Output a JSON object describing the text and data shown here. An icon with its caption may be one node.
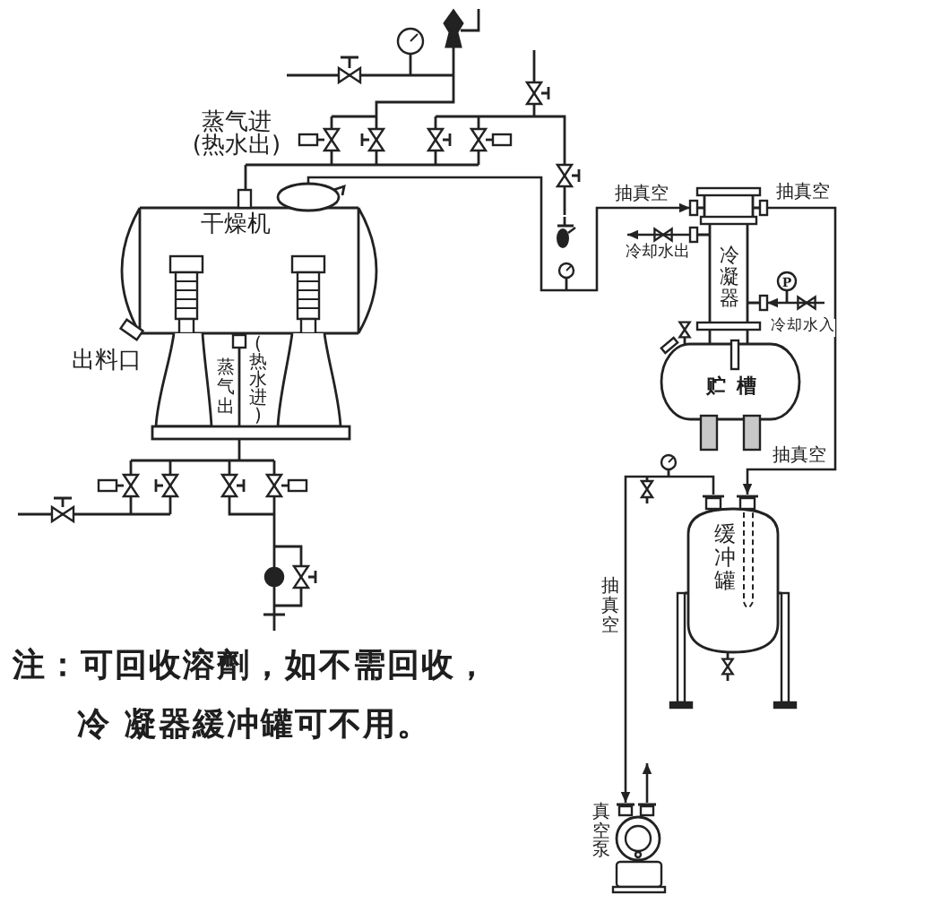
{
  "diagram": {
    "nodes": [
      {
        "text": [
          "干燥机",
          "蒸气出",
          "(热水进)"
        ],
        "beside": [
          "蒸气进 (热水出)",
          "出料口"
        ]
      },
      {
        "text": [
          "冷凝器"
        ]
      },
      {
        "text": [
          "贮槽"
        ]
      },
      {
        "text": [
          "缓冲罐"
        ]
      },
      {
        "text": [
          "真空泵"
        ]
      }
    ],
    "edges": [
      {
        "from": 0,
        "to": 1,
        "arrow": "to",
        "label": "抽真空"
      },
      {
        "from": 1,
        "to": 3,
        "arrow": "to",
        "label": "抽真空"
      },
      {
        "from": 3,
        "to": 4,
        "arrow": "to",
        "label": "抽真空"
      },
      {
        "from": 4,
        "to": null,
        "arrow": "to"
      },
      {
        "from": 1,
        "to": null,
        "arrow": "to",
        "label": "冷却水出"
      },
      {
        "from": null,
        "to": 1,
        "arrow": "to",
        "label": "冷却水入"
      }
    ],
    "labels": [
      "P",
      "抽真空",
      "注：可回收溶劑，如不需回收，冷 凝器緩冲罐可不用。"
    ]
  }
}
